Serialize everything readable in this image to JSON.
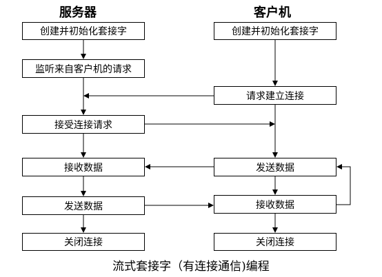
{
  "server": {
    "heading": "服务器",
    "steps": [
      "创建并初始化套接字",
      "监听来自客户机的请求",
      "接受连接请求",
      "接收数据",
      "发送数据",
      "关闭连接"
    ]
  },
  "client": {
    "heading": "客户机",
    "steps": [
      "创建并初始化套接字",
      "请求建立连接",
      "发送数据",
      "接收数据",
      "关闭连接"
    ]
  },
  "caption": "流式套接字（有连接通信)编程"
}
